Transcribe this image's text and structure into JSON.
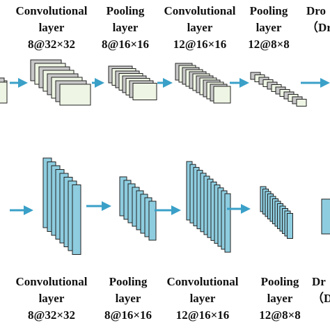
{
  "top_labels": [
    {
      "title": "Convolutional",
      "sub": "layer",
      "dims": "8@32×32"
    },
    {
      "title": "Pooling",
      "sub": "layer",
      "dims": "8@16×16"
    },
    {
      "title": "Convolutional",
      "sub": "layer",
      "dims": "12@16×16"
    },
    {
      "title": "Pooling",
      "sub": "layer",
      "dims": "12@8×8"
    },
    {
      "title": "Dro",
      "sub": "（Dr"
    }
  ],
  "bottom_labels": [
    {
      "title": "Convolutional",
      "sub": "layer",
      "dims": "8@32×32"
    },
    {
      "title": "Pooling",
      "sub": "layer",
      "dims": "8@16×16"
    },
    {
      "title": "Convolutional",
      "sub": "layer",
      "dims": "12@16×16"
    },
    {
      "title": "Pooling",
      "sub": "layer",
      "dims": "12@8×8"
    },
    {
      "title": "Dr",
      "sub": "（Dr"
    }
  ],
  "colors": {
    "arrow": "#3aa0c8",
    "top_front": "#eef5e4",
    "top_back": "#c8c8c8",
    "bottom_fill": "#8ecde0",
    "stroke": "#222222"
  }
}
